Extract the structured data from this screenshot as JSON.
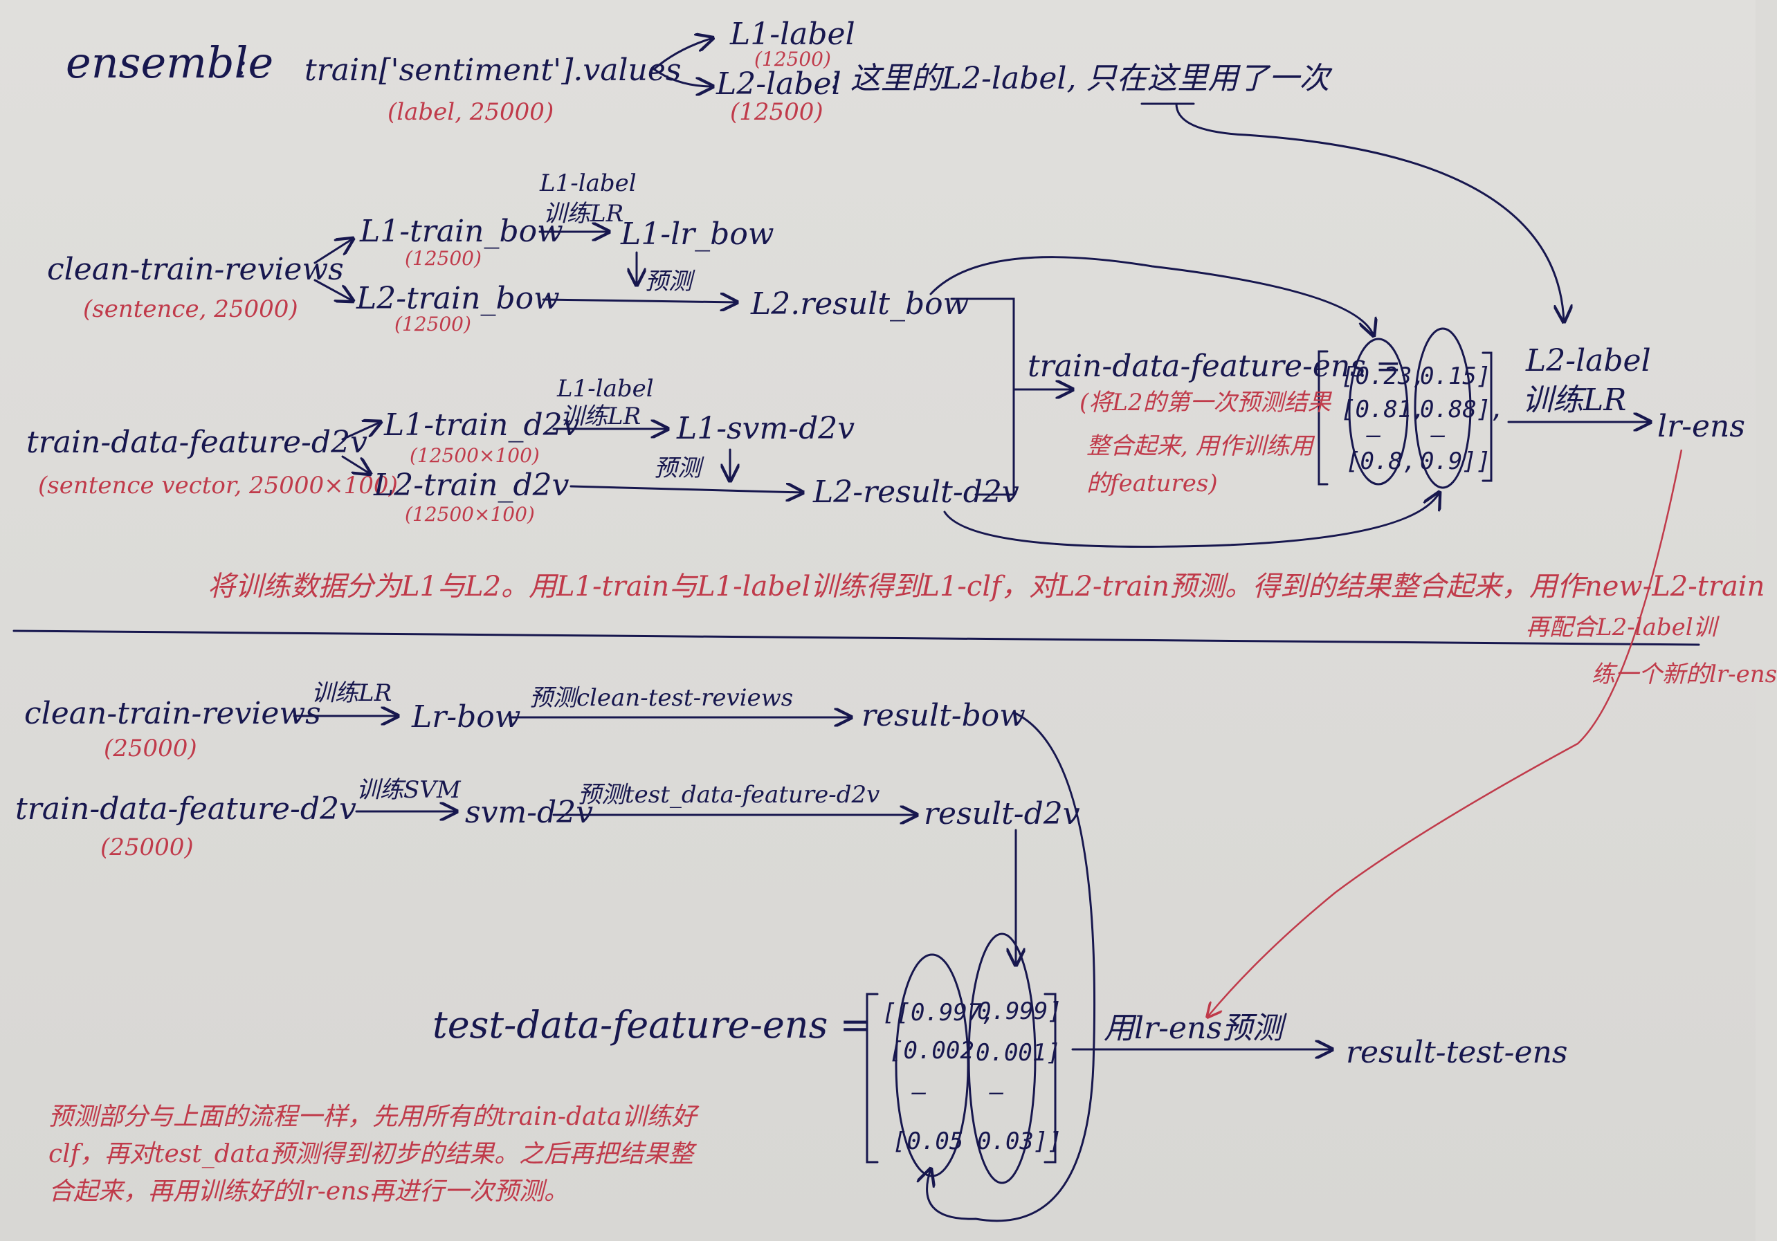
{
  "top": {
    "title": "ensemble",
    "colon": ":",
    "train_values": "train['sentiment'].values",
    "train_values_dim": "(label, 25000)",
    "l1_label": "L1-label",
    "l1_label_dim": "(12500)",
    "l2_label": "L2-label",
    "l2_label_dim": "(12500)",
    "l2_note": ": 这里的L2-label, 只在这里用了一次"
  },
  "bow_branch": {
    "source": "clean-train-reviews",
    "source_dim": "(sentence, 25000)",
    "l1_train": "L1-train_bow",
    "l1_dim": "(12500)",
    "l2_train": "L2-train_bow",
    "l2_dim": "(12500)",
    "edge_top": "L1-label",
    "edge_bottom": "训练LR",
    "model": "L1-lr_bow",
    "predict": "预测",
    "result": "L2.result_bow"
  },
  "d2v_branch": {
    "source": "train-data-feature-d2v",
    "source_dim": "(sentence vector, 25000×100)",
    "l1_train": "L1-train_d2v",
    "l1_dim": "(12500×100)",
    "l2_train": "L2-train_d2v",
    "l2_dim": "(12500×100)",
    "edge_top": "L1-label",
    "edge_bottom": "训练LR",
    "model": "L1-svm-d2v",
    "predict": "预测",
    "result": "L2-result-d2v"
  },
  "ens_train": {
    "label": "train-data-feature-ens =",
    "col1": [
      "[0.23,",
      "[0.81,",
      "—",
      "[0.8,"
    ],
    "col2": [
      "0.15]",
      "0.88],",
      "—",
      "0.9]]"
    ],
    "note": [
      "(将L2的第一次预测结果",
      "整合起来, 用作训练用",
      "的features)"
    ],
    "edge_top": "L2-label",
    "edge_bottom": "训练LR",
    "model": "lr-ens"
  },
  "explanation": {
    "line": "将训练数据分为L1与L2。用L1-train与L1-label训练得到L1-clf，对L2-train预测。得到的结果整合起来，用作new-L2-train",
    "side": [
      "再配合L2-label训",
      "练一个新的lr-ens"
    ]
  },
  "test": {
    "reviews": "clean-train-reviews",
    "reviews_dim": "(25000)",
    "train_lr": "训练LR",
    "lr_bow": "Lr-bow",
    "predict_reviews": "预测clean-test-reviews",
    "result_bow": "result-bow",
    "d2v": "train-data-feature-d2v",
    "d2v_dim": "(25000)",
    "train_svm": "训练SVM",
    "svm_d2v": "svm-d2v",
    "predict_d2v": "预测test_data-feature-d2v",
    "result_d2v": "result-d2v",
    "ens_label": "test-data-feature-ens =",
    "col1": [
      "[[0.997,",
      "[0.002",
      "—",
      "[0.05"
    ],
    "col2": [
      "0.999]",
      "0.001]",
      "—",
      "0.03]]"
    ],
    "predict_ens": "用lr-ens预测",
    "final": "result-test-ens"
  },
  "summary": [
    "预测部分与上面的流程一样，先用所有的train-data训练好",
    "clf，再对test_data预测得到初步的结果。之后再把结果整",
    "合起来，再用训练好的lr-ens再进行一次预测。"
  ],
  "colors": {
    "ink": "#17174e",
    "red": "#c03a4a",
    "paper": "#dcdbd8"
  }
}
